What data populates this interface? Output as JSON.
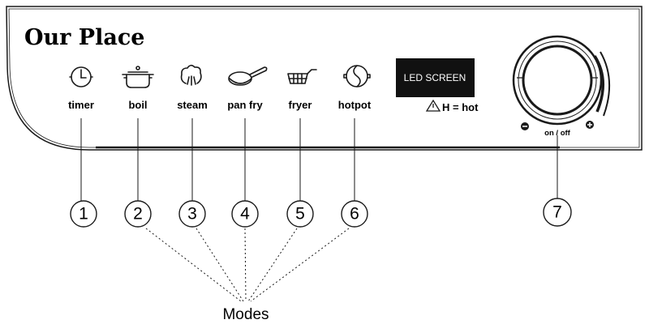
{
  "brand": "Our Place",
  "modes": [
    {
      "label": "timer",
      "icon": "timer-icon",
      "number": "1"
    },
    {
      "label": "boil",
      "icon": "pot-icon",
      "number": "2"
    },
    {
      "label": "steam",
      "icon": "steam-icon",
      "number": "3"
    },
    {
      "label": "pan fry",
      "icon": "pan-icon",
      "number": "4"
    },
    {
      "label": "fryer",
      "icon": "fryer-basket-icon",
      "number": "5"
    },
    {
      "label": "hotpot",
      "icon": "hotpot-icon",
      "number": "6"
    }
  ],
  "led": {
    "text": "LED SCREEN",
    "warning": "H = hot",
    "warning_icon": "warning-triangle-icon"
  },
  "knob": {
    "label": "on / off",
    "number": "7",
    "minus": "minus-icon",
    "plus": "plus-icon"
  },
  "caption": "Modes"
}
